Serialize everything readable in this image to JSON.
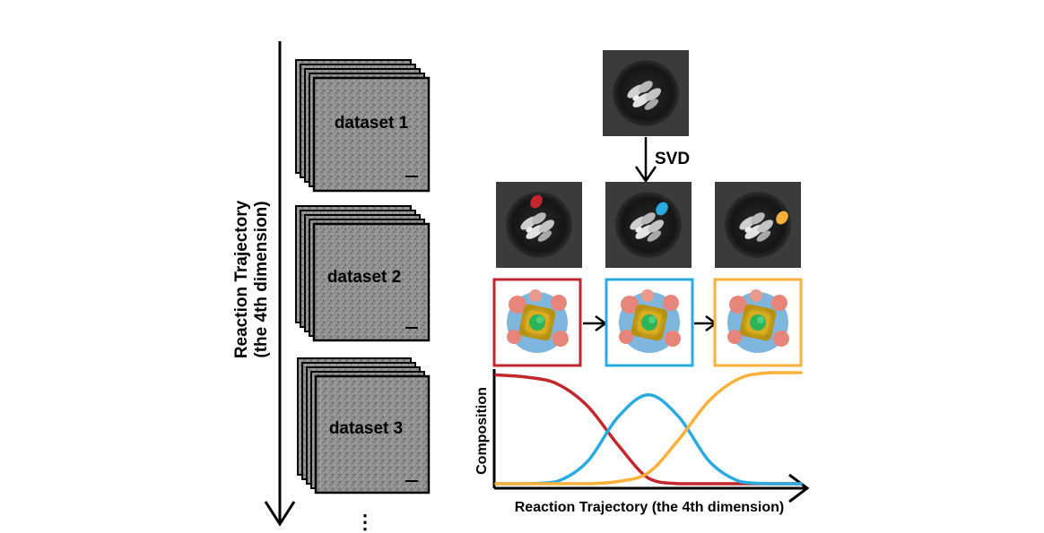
{
  "left_axis": {
    "line1": "Reaction Trajectory",
    "line2": "(the 4th dimension)"
  },
  "datasets": [
    {
      "label": "dataset 1"
    },
    {
      "label": "dataset 2"
    },
    {
      "label": "dataset 3"
    }
  ],
  "ellipsis": "⋮",
  "svd": {
    "label": "SVD"
  },
  "state_colors": [
    "#c1272d",
    "#29abe2",
    "#fbb03b"
  ],
  "chart_data": {
    "type": "line",
    "title": "",
    "xlabel": "Reaction Trajectory (the 4th dimension)",
    "ylabel": "Composition",
    "x": [
      0,
      0.1,
      0.2,
      0.3,
      0.4,
      0.5,
      0.6,
      0.7,
      0.8,
      0.9,
      1.0
    ],
    "ylim": [
      0,
      1
    ],
    "series": [
      {
        "color": "#c1272d",
        "values": [
          0.98,
          0.96,
          0.9,
          0.7,
          0.35,
          0.05,
          0.0,
          0.0,
          0.0,
          0.0,
          0.0
        ]
      },
      {
        "color": "#29abe2",
        "values": [
          0.0,
          0.0,
          0.02,
          0.2,
          0.6,
          0.8,
          0.6,
          0.2,
          0.02,
          0.0,
          0.0
        ]
      },
      {
        "color": "#fbb03b",
        "values": [
          0.0,
          0.0,
          0.0,
          0.0,
          0.02,
          0.1,
          0.4,
          0.75,
          0.95,
          1.0,
          1.0
        ]
      }
    ]
  }
}
